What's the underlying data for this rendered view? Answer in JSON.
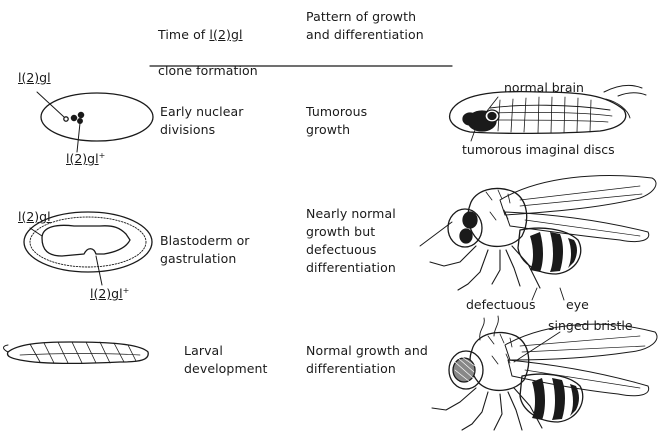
{
  "header": {
    "col_time_prefix": "Time of ",
    "col_time_allele": "l(2)gl",
    "col_time_suffix": "clone formation",
    "col_pattern": "Pattern of growth\nand differentiation"
  },
  "allele": "l(2)gl",
  "allele_plus": "+",
  "rows": [
    {
      "time": "Early nuclear\ndivisions",
      "pattern": "Tumorous\ngrowth",
      "labels": {
        "top": "normal brain",
        "bottom": "tumorous imaginal discs"
      }
    },
    {
      "time": "Blastoderm or\ngastrulation",
      "pattern": "Nearly normal\ngrowth but\ndefectuous\ndifferentiation",
      "labels": {
        "left": "defectuous",
        "right": "eye"
      }
    },
    {
      "time": "Larval\ndevelopment",
      "pattern": "Normal growth and\ndifferentiation",
      "labels": {
        "top": "singed bristle"
      }
    }
  ]
}
